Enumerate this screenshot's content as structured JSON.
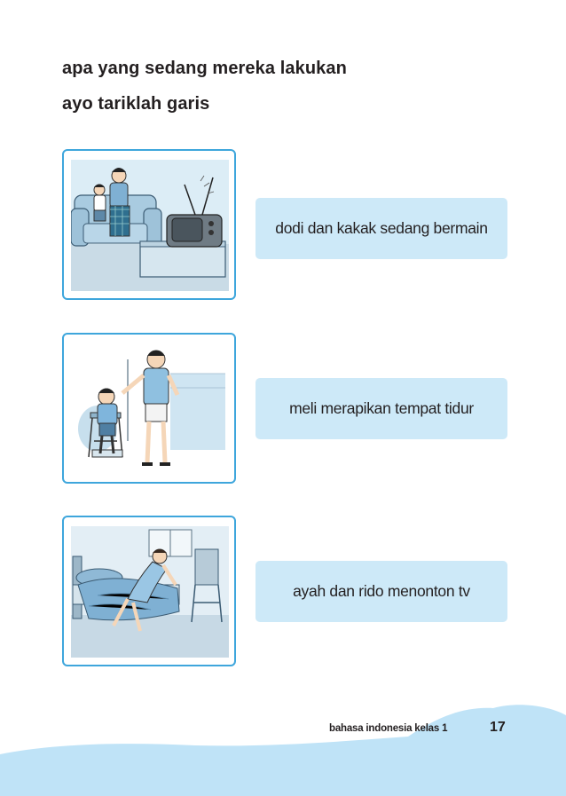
{
  "instructions": {
    "line1": "apa yang sedang mereka lakukan",
    "line2": "ayo tariklah garis"
  },
  "pictures": [
    {
      "icon": "watching-tv-illustration"
    },
    {
      "icon": "father-and-son-illustration"
    },
    {
      "icon": "making-bed-illustration"
    }
  ],
  "statements": [
    "dodi dan kakak sedang bermain",
    "meli merapikan tempat tidur",
    "ayah dan rido menonton tv"
  ],
  "footer": {
    "book_title": "bahasa indonesia kelas 1",
    "page_number": "17"
  },
  "colors": {
    "card_border": "#3ea6dc",
    "card_fill": "#cde9f8",
    "footer_fill": "#bfe3f7"
  }
}
